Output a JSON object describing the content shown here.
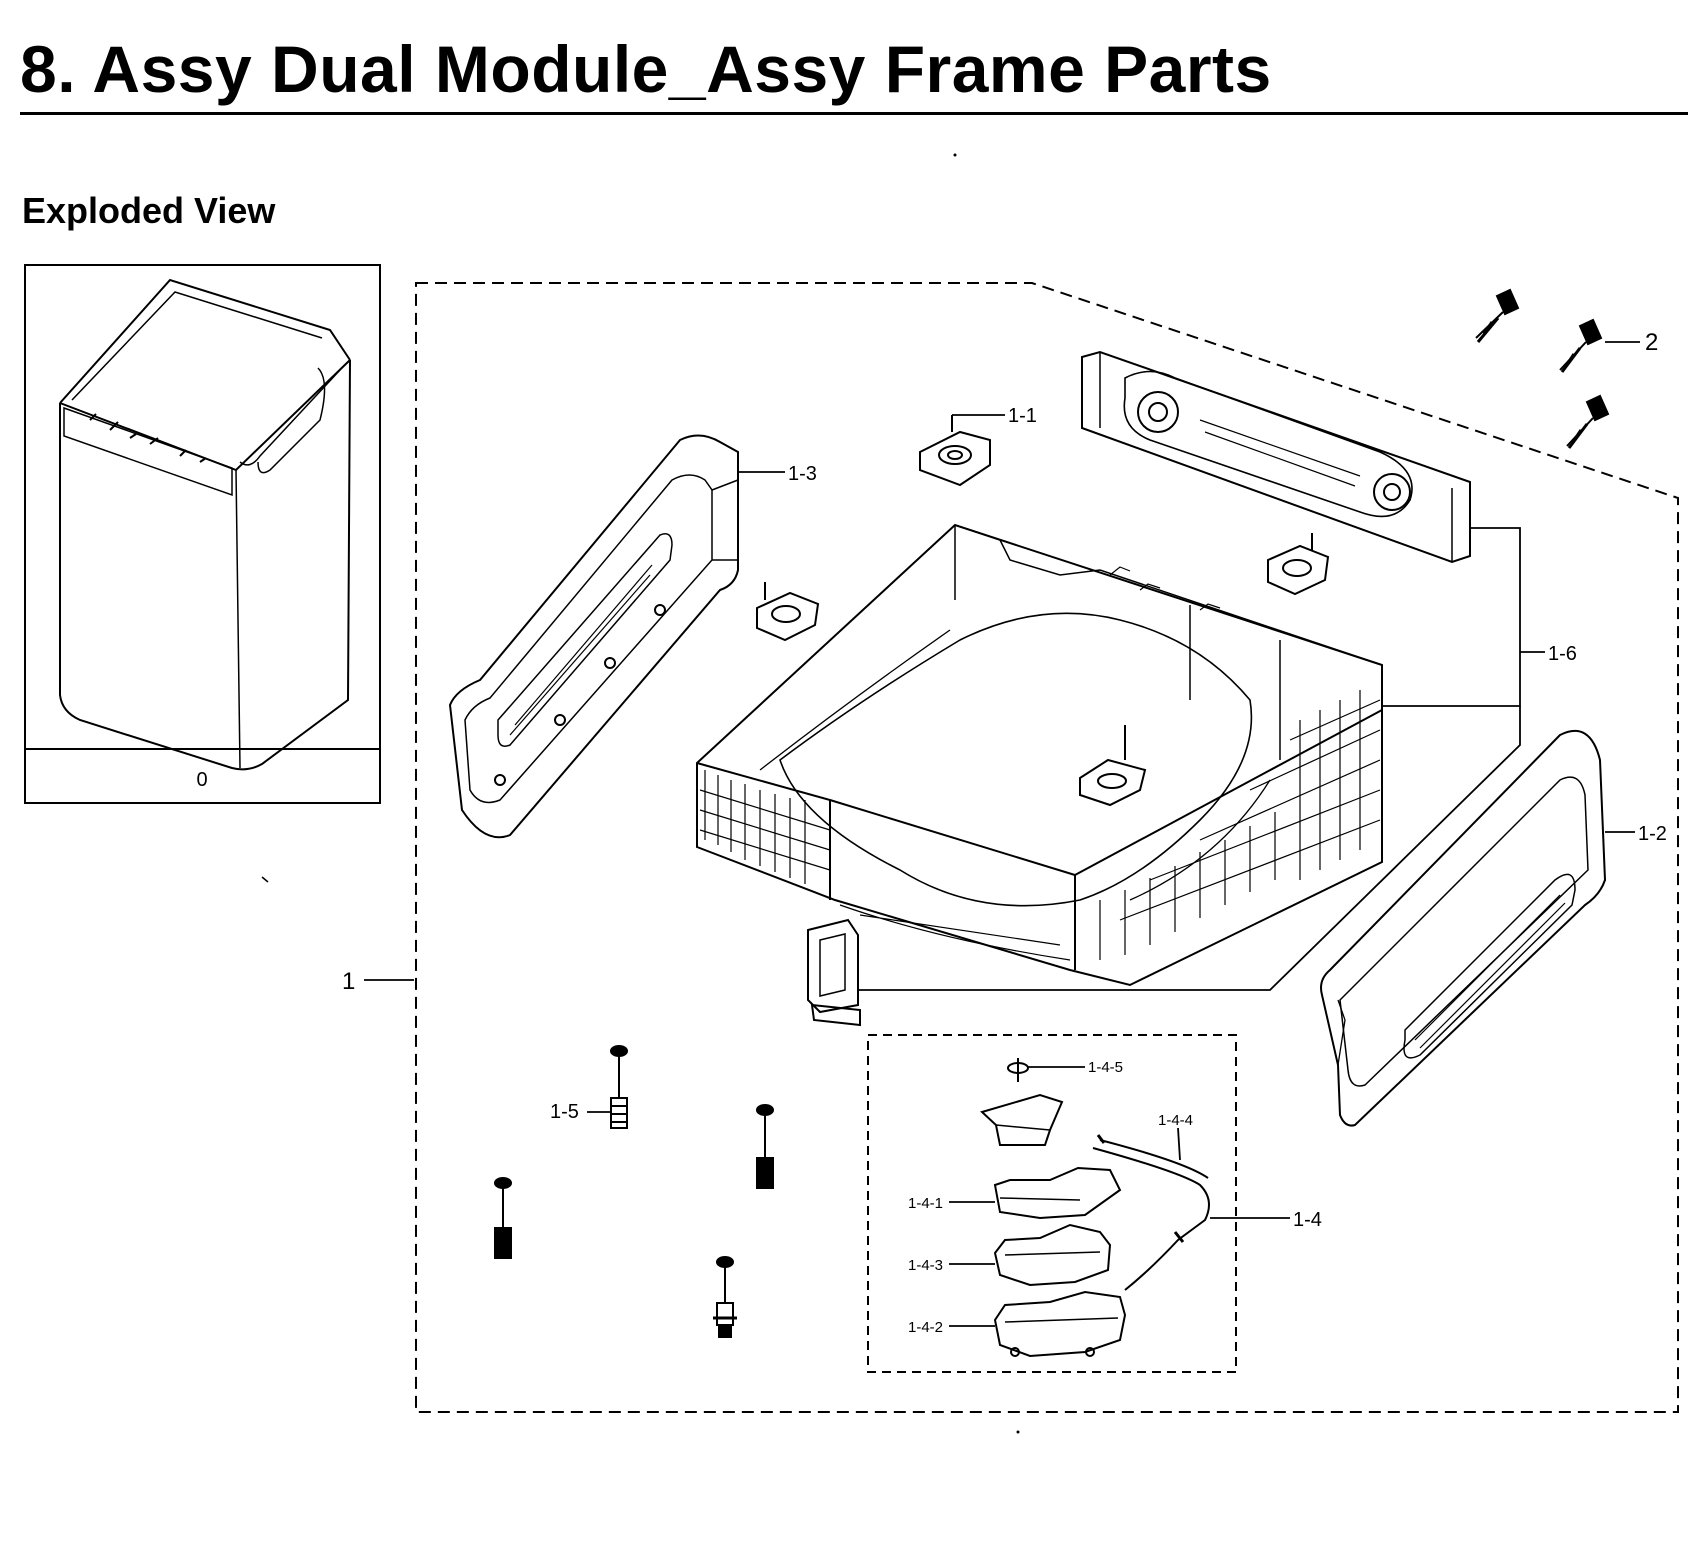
{
  "header": {
    "title": "8.  Assy Dual Module_Assy Frame Parts",
    "subtitle": "Exploded View"
  },
  "overview": {
    "caption": "0"
  },
  "callouts": {
    "c1": "1",
    "c1_1": "1-1",
    "c1_2": "1-2",
    "c1_3": "1-3",
    "c1_4": "1-4",
    "c1_4_1": "1-4-1",
    "c1_4_2": "1-4-2",
    "c1_4_3": "1-4-3",
    "c1_4_4": "1-4-4",
    "c1_4_5": "1-4-5",
    "c1_5": "1-5",
    "c1_6": "1-6",
    "c2": "2"
  }
}
